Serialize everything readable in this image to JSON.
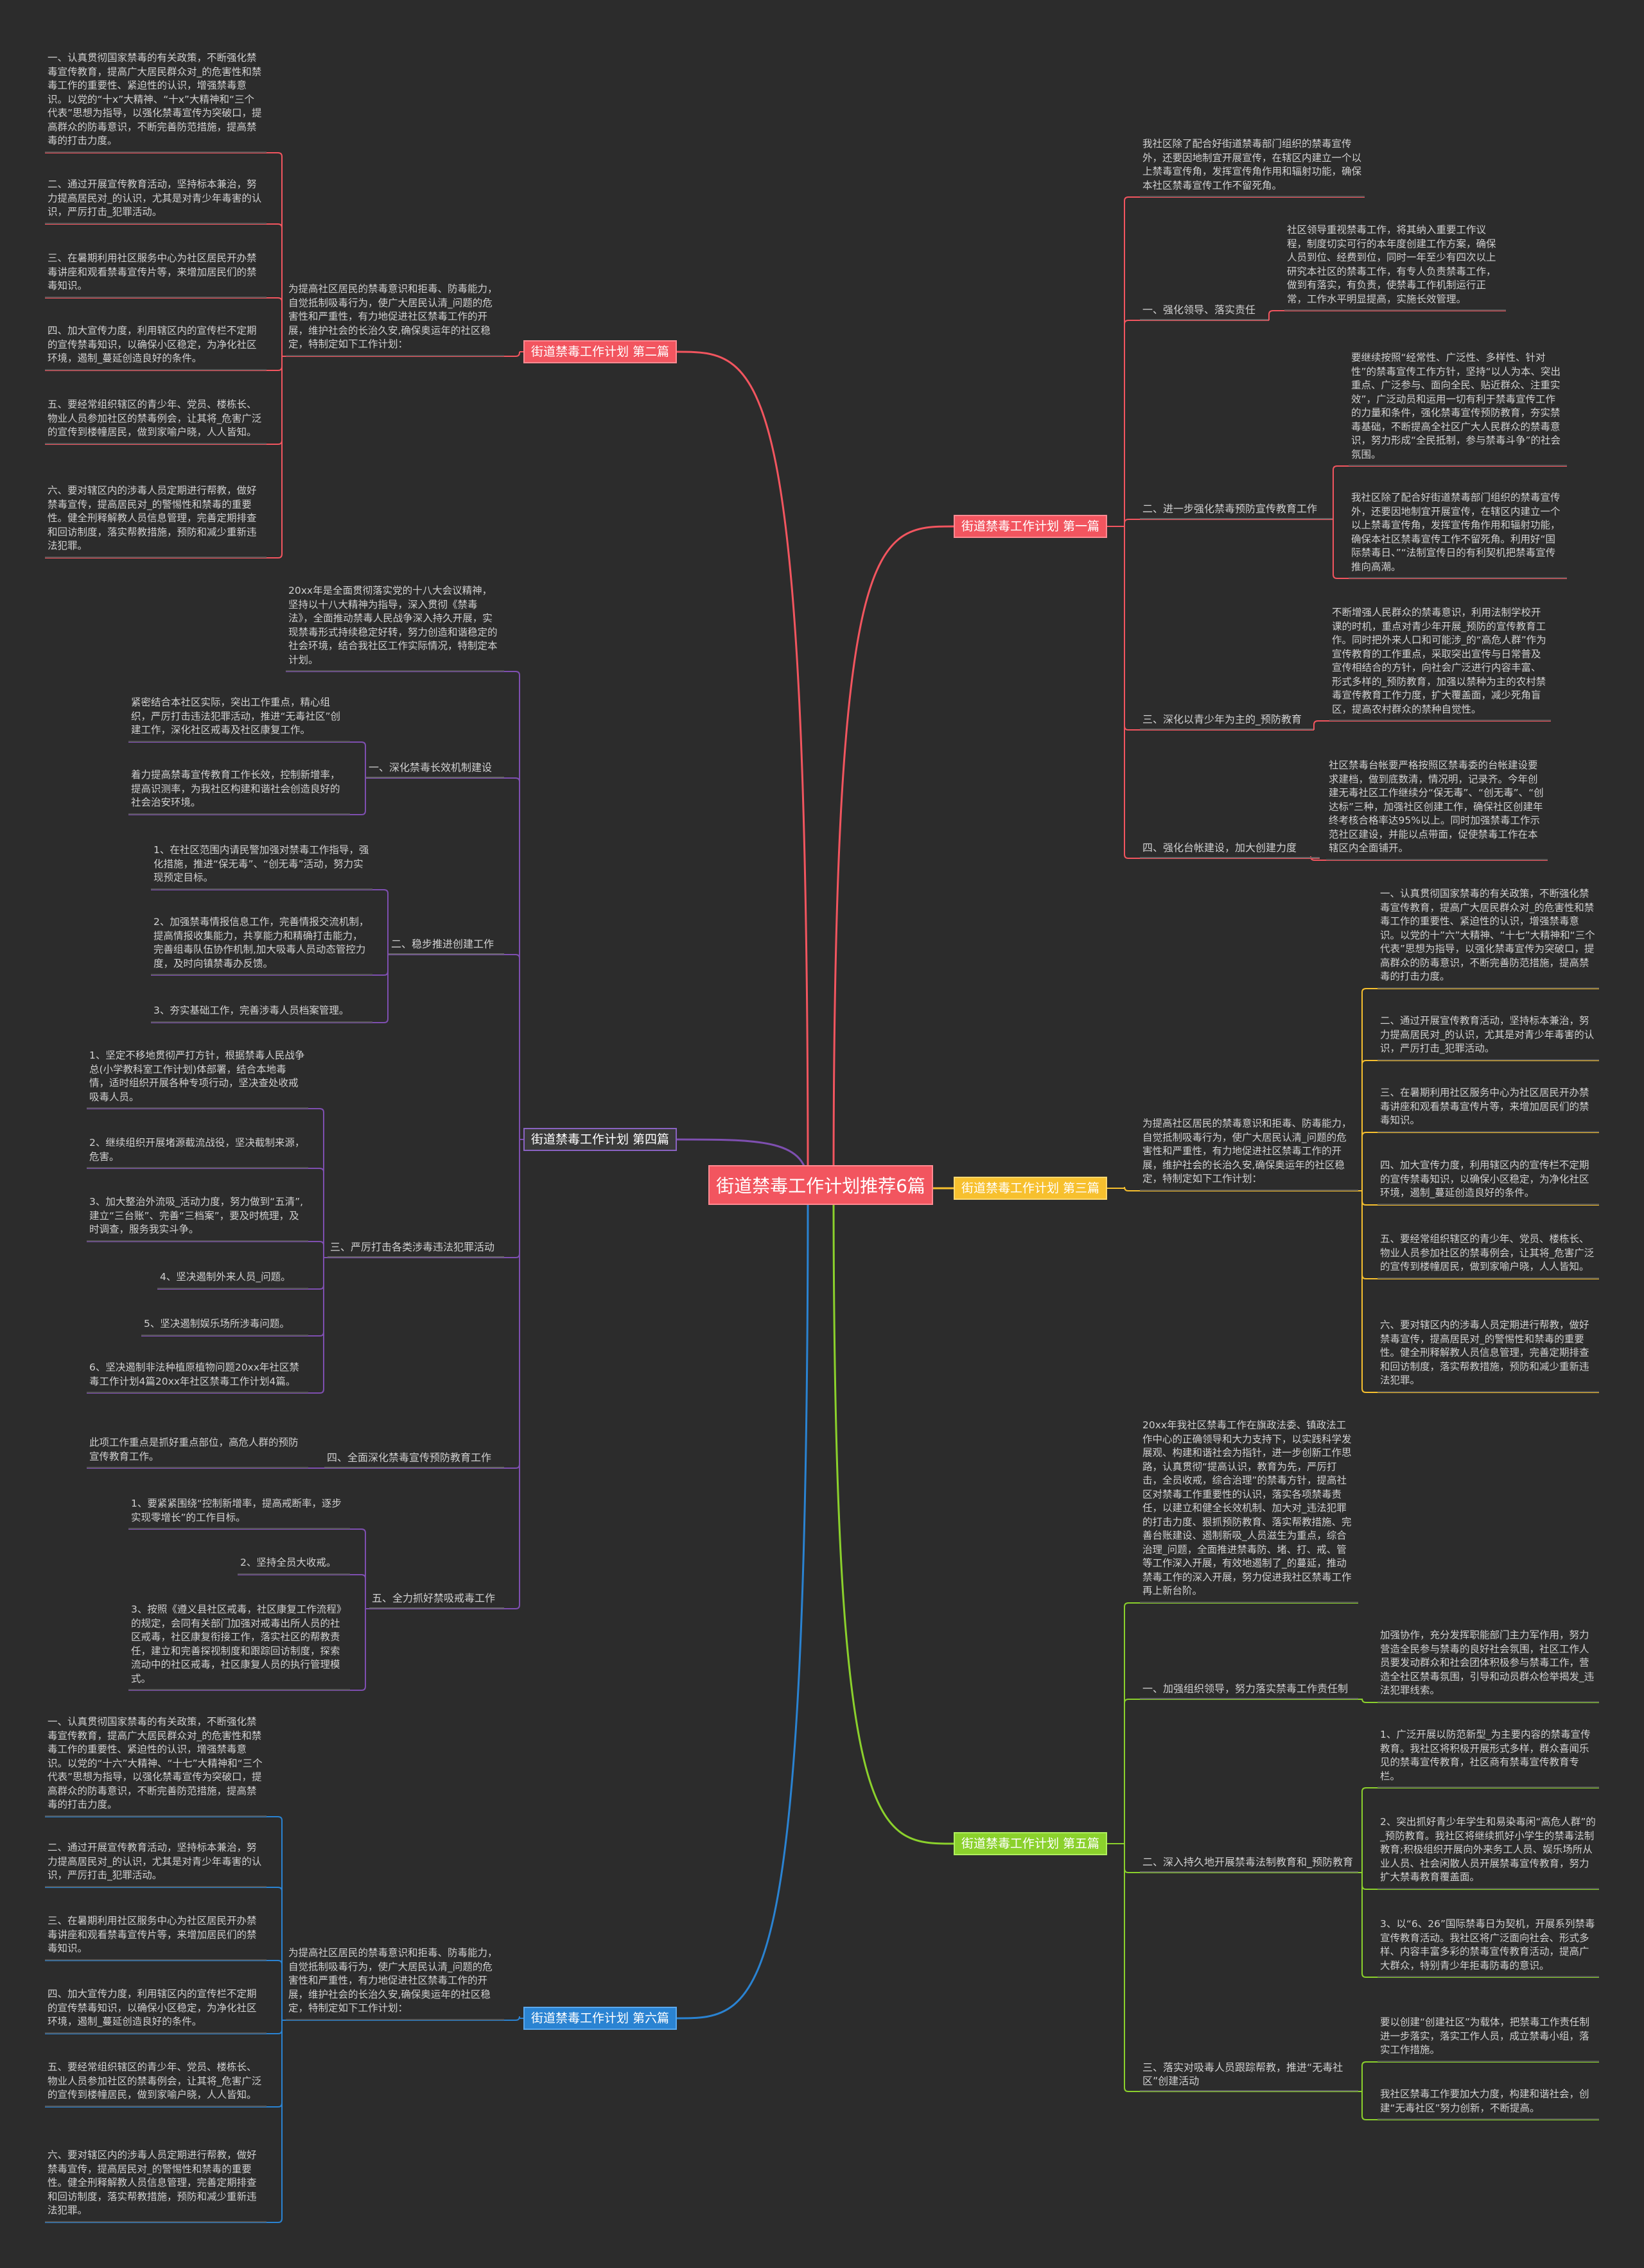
{
  "root": {
    "label": "街道禁毒工作计划推荐6篇"
  },
  "colors": {
    "background": "#2c2c2c",
    "root": "#f2555f",
    "b1": "#f2555f",
    "b2": "#f2555f",
    "b3": "#f7c02e",
    "b4": "#7e4fb0",
    "b5": "#8bd12c",
    "b6": "#2a83d2",
    "text": "#d0d0d0"
  },
  "branches": {
    "b1": {
      "label": "街道禁毒工作计划 第一篇",
      "intro": "我社区除了配合好街道禁毒部门组织的禁毒宣传外，还要因地制宜开展宣传，在辖区内建立一个以上禁毒宣传角，发挥宣传角作用和辐射功能，确保本社区禁毒宣传工作不留死角。",
      "s1": {
        "label": "一、强化领导、落实责任",
        "t1": "社区领导重视禁毒工作，将其纳入重要工作议程，制度切实可行的本年度创建工作方案，确保人员到位、经费到位，同时一年至少有四次以上研究本社区的禁毒工作，有专人负责禁毒工作，做到有落实，有负责，使禁毒工作机制运行正常，工作水平明显提高，实施长效管理。"
      },
      "s2": {
        "label": "二、进一步强化禁毒预防宣传教育工作",
        "t1": "要继续按照“经常性、广泛性、多样性、针对性”的禁毒宣传工作方针，坚持“以人为本、突出重点、广泛参与、面向全民、贴近群众、注重实效”，广泛动员和运用一切有利于禁毒宣传工作的力量和条件，强化禁毒宣传预防教育，夯实禁毒基础，不断提高全社区广大人民群众的禁毒意识，努力形成“全民抵制，参与禁毒斗争”的社会氛围。",
        "t2": "我社区除了配合好街道禁毒部门组织的禁毒宣传外，还要因地制宜开展宣传，在辖区内建立一个以上禁毒宣传角，发挥宣传角作用和辐射功能，确保本社区禁毒宣传工作不留死角。利用好“国际禁毒日、”“法制宣传日的有利契机把禁毒宣传推向高潮。"
      },
      "s3": {
        "label": "三、深化以青少年为主的_预防教育",
        "t1": "不断增强人民群众的禁毒意识，利用法制学校开课的时机，重点对青少年开展_预防的宣传教育工作。同时把外来人口和可能涉_的“高危人群”作为宣传教育的工作重点，采取突出宣传与日常普及宣传相结合的方针，向社会广泛进行内容丰富、形式多样的_预防教育，加强以禁种为主的农村禁毒宣传教育工作力度，扩大覆盖面，减少死角盲区，提高农村群众的禁种自觉性。"
      },
      "s4": {
        "label": "四、强化台帐建设，加大创建力度",
        "t1": "社区禁毒台帐要严格按照区禁毒委的台帐建设要求建档，做到底数清，情况明，记录齐。今年创建无毒社区工作继续分“保无毒”、“创无毒”、“创达标”三种，加强社区创建工作，确保社区创建年终考核合格率达95%以上。同时加强禁毒工作示范社区建设，并能以点带面，促使禁毒工作在本辖区内全面铺开。"
      }
    },
    "b2": {
      "label": "街道禁毒工作计划 第二篇",
      "intro": "为提高社区居民的禁毒意识和拒毒、防毒能力，自觉抵制吸毒行为，使广大居民认清_问题的危害性和严重性，有力地促进社区禁毒工作的开展，维护社会的长治久安,确保奥运年的社区稳定，特制定如下工作计划：",
      "items": [
        "一、认真贯彻国家禁毒的有关政策，不断强化禁毒宣传教育，提高广大居民群众对_的危害性和禁毒工作的重要性、紧迫性的认识，增强禁毒意识。以党的“十x”大精神、“十x”大精神和“三个代表”思想为指导，以强化禁毒宣传为突破口，提高群众的防毒意识，不断完善防范措施，提高禁毒的打击力度。",
        "二、通过开展宣传教育活动，坚持标本兼治，努力提高居民对_的认识，尤其是对青少年毒害的认识，严厉打击_犯罪活动。",
        "三、在暑期利用社区服务中心为社区居民开办禁毒讲座和观看禁毒宣传片等，来增加居民们的禁毒知识。",
        "四、加大宣传力度，利用辖区内的宣传栏不定期的宣传禁毒知识，以确保小区稳定，为净化社区环境，遏制_蔓延创造良好的条件。",
        "五、要经常组织辖区的青少年、党员、楼栋长、物业人员参加社区的禁毒例会，让其将_危害广泛的宣传到楼幢居民，做到家喻户晓，人人皆知。",
        "六、要对辖区内的涉毒人员定期进行帮教，做好禁毒宣传，提高居民对_的警惕性和禁毒的重要性。健全刑释解教人员信息管理，完善定期排查和回访制度，落实帮教措施，预防和减少重新违法犯罪。"
      ]
    },
    "b3": {
      "label": "街道禁毒工作计划 第三篇",
      "intro": "为提高社区居民的禁毒意识和拒毒、防毒能力，自觉抵制吸毒行为，使广大居民认清_问题的危害性和严重性，有力地促进社区禁毒工作的开展，维护社会的长治久安,确保奥运年的社区稳定，特制定如下工作计划：",
      "items": [
        "一、认真贯彻国家禁毒的有关政策，不断强化禁毒宣传教育，提高广大居民群众对_的危害性和禁毒工作的重要性、紧迫性的认识，增强禁毒意识。以党的十”六”大精神、“十七”大精神和“三个代表”思想为指导，以强化禁毒宣传为突破口，提高群众的防毒意识，不断完善防范措施，提高禁毒的打击力度。",
        "二、通过开展宣传教育活动，坚持标本兼治，努力提高居民对_的认识，尤其是对青少年毒害的认识，严厉打击_犯罪活动。",
        "三、在暑期利用社区服务中心为社区居民开办禁毒讲座和观看禁毒宣传片等，来增加居民们的禁毒知识。",
        "四、加大宣传力度，利用辖区内的宣传栏不定期的宣传禁毒知识，以确保小区稳定，为净化社区环境，遏制_蔓延创造良好的条件。",
        "五、要经常组织辖区的青少年、党员、楼栋长、物业人员参加社区的禁毒例会，让其将_危害广泛的宣传到楼幢居民，做到家喻户晓，人人皆知。",
        "六、要对辖区内的涉毒人员定期进行帮教，做好禁毒宣传，提高居民对_的警惕性和禁毒的重要性。健全刑释解教人员信息管理，完善定期排查和回访制度，落实帮教措施，预防和减少重新违法犯罪。"
      ]
    },
    "b4": {
      "label": "街道禁毒工作计划 第四篇",
      "intro": "20xx年是全面贯彻落实党的十八大会议精神，坚持以十八大精神为指导，深入贯彻《禁毒法》，全面推动禁毒人民战争深入持久开展，实现禁毒形式持续稳定好转，努力创造和谐稳定的社会环境，结合我社区工作实际情况，特制定本计划。",
      "s1": {
        "label": "一、深化禁毒长效机制建设",
        "t1": "紧密结合本社区实际，突出工作重点，精心组织，严厉打击违法犯罪活动，推进“无毒社区”创建工作，深化社区戒毒及社区康复工作。",
        "t2": "着力提高禁毒宣传教育工作长效，控制新增率，提高识测率，为我社区构建和谐社会创造良好的社会治安环境。"
      },
      "s2": {
        "label": "二、稳步推进创建工作",
        "t1": "1、在社区范围内请民警加强对禁毒工作指导，强化措施，推进“保无毒”、“创无毒”活动，努力实现预定目标。",
        "t2": "2、加强禁毒情报信息工作，完善情报交流机制，提高情报收集能力，共享能力和精确打击能力，完善组毒队伍协作机制,加大吸毒人员动态管控力度，及时向镇禁毒办反馈。",
        "t3": "3、夯实基础工作，完善涉毒人员档案管理。"
      },
      "s3": {
        "label": "三、严厉打击各类涉毒违法犯罪活动",
        "t1": "1、坚定不移地贯彻严打方针，根据禁毒人民战争总(小学教科室工作计划)体部署，结合本地毒情，适时组织开展各种专项行动，坚决查处收戒吸毒人员。",
        "t2": "2、继续组织开展堵源截流战役，坚决截制来源，危害。",
        "t3": "3、加大整治外流吸_活动力度，努力做到“五清”,建立“三台账”、完善“三档案”，要及时梳理，及时调查，服务我实斗争。",
        "t4": "4、坚决遏制外来人员_问题。",
        "t5": "5、坚决遏制娱乐场所涉毒问题。",
        "t6": "6、坚决遏制非法种植原植物问题20xx年社区禁毒工作计划4篇20xx年社区禁毒工作计划4篇。"
      },
      "s4": {
        "label": "四、全面深化禁毒宣传预防教育工作",
        "t1": "此项工作重点是抓好重点部位，高危人群的预防宣传教育工作。"
      },
      "s5": {
        "label": "五、全力抓好禁吸戒毒工作",
        "t1": "1、要紧紧围绕“控制新增率，提高戒断率，逐步实现零增长”的工作目标。",
        "t2": "2、坚持全员大收戒。",
        "t3": "3、按照《遵义县社区戒毒，社区康复工作流程》的规定，会同有关部门加强对戒毒出所人员的社区戒毒，社区康复衔接工作，落实社区的帮教责任，建立和完善探视制度和跟踪回访制度，探索流动中的社区戒毒，社区康复人员的执行管理模式。"
      }
    },
    "b5": {
      "label": "街道禁毒工作计划 第五篇",
      "intro": "20xx年我社区禁毒工作在旗政法委、镇政法工作中心的正确领导和大力支持下，以实践科学发展观、构建和谐社会为指针，进一步创新工作思路，认真贯彻“提高认识，教育为先，严厉打击，全员收戒，综合治理”的禁毒方针，提高社区对禁毒工作重要性的认识，落实各项禁毒责任，以建立和健全长效机制、加大对_违法犯罪的打击力度、狠抓预防教育、落实帮教措施、完善台账建设、遏制新吸_人员滋生为重点，综合治理_问题，全面推进禁毒防、堵、打、戒、管等工作深入开展，有效地遏制了_的蔓延，推动禁毒工作的深入开展，努力促进我社区禁毒工作再上新台阶。",
      "s1": {
        "label": "一、加强组织领导，努力落实禁毒工作责任制",
        "t1": "加强协作，充分发挥职能部门主力军作用，努力营造全民参与禁毒的良好社会氛围，社区工作人员要发动群众和社会团体积极参与禁毒工作，营造全社区禁毒氛围，引导和动员群众检举揭发_违法犯罪线索。"
      },
      "s2": {
        "label": "二、深入持久地开展禁毒法制教育和_预防教育",
        "t1": "1、广泛开展以防范新型_为主要内容的禁毒宣传教育。我社区将积极开展形式多样，群众喜闻乐见的禁毒宣传教育，社区商有禁毒宣传教育专栏。",
        "t2": "2、突出抓好青少年学生和易染毒闲“高危人群”的_预防教育。我社区将继续抓好小学生的禁毒法制教育;积极组织开展向外来务工人员、娱乐场所从业人员、社会闲散人员开展禁毒宣传教育，努力扩大禁毒教育覆盖面。",
        "t3": "3、以“6、26”国际禁毒日为契机，开展系列禁毒 宣传教育活动。我社区将广泛面向社会、形式多样、内容丰富多彩的禁毒宣传教育活动，提高广大群众，特别青少年拒毒防毒的意识。"
      },
      "s3": {
        "label": "三、落实对吸毒人员跟踪帮教，推进“无毒社区”创建活动",
        "t1": "要以创建“创建社区”为载体，把禁毒工作责任制进一步落实，落实工作人员，成立禁毒小组，落实工作措施。",
        "t2": "我社区禁毒工作要加大力度，构建和谐社会，创建“无毒社区”努力创新，不断提高。"
      }
    },
    "b6": {
      "label": "街道禁毒工作计划 第六篇",
      "intro": "为提高社区居民的禁毒意识和拒毒、防毒能力，自觉抵制吸毒行为，使广大居民认清_问题的危害性和严重性，有力地促进社区禁毒工作的开展，维护社会的长治久安,确保奥运年的社区稳定，特制定如下工作计划：",
      "items": [
        "一、认真贯彻国家禁毒的有关政策，不断强化禁毒宣传教育，提高广大居民群众对_的危害性和禁毒工作的重要性、紧迫性的认识，增强禁毒意识。以党的“十六”大精神、“十七”大精神和“三个代表”思想为指导，以强化禁毒宣传为突破口，提高群众的防毒意识，不断完善防范措施，提高禁毒的打击力度。",
        "二、通过开展宣传教育活动，坚持标本兼治，努力提高居民对_的认识，尤其是对青少年毒害的认识，严厉打击_犯罪活动。",
        "三、在暑期利用社区服务中心为社区居民开办禁毒讲座和观看禁毒宣传片等，来增加居民们的禁毒知识。",
        "四、加大宣传力度，利用辖区内的宣传栏不定期的宣传禁毒知识，以确保小区稳定，为净化社区环境，遏制_蔓延创造良好的条件。",
        "五、要经常组织辖区的青少年、党员、楼栋长、物业人员参加社区的禁毒例会，让其将_危害广泛的宣传到楼幢居民，做到家喻户晓，人人皆知。",
        "六、要对辖区内的涉毒人员定期进行帮教，做好禁毒宣传，提高居民对_的警惕性和禁毒的重要性。健全刑释解教人员信息管理，完善定期排查和回访制度，落实帮教措施，预防和减少重新违法犯罪。"
      ]
    }
  }
}
